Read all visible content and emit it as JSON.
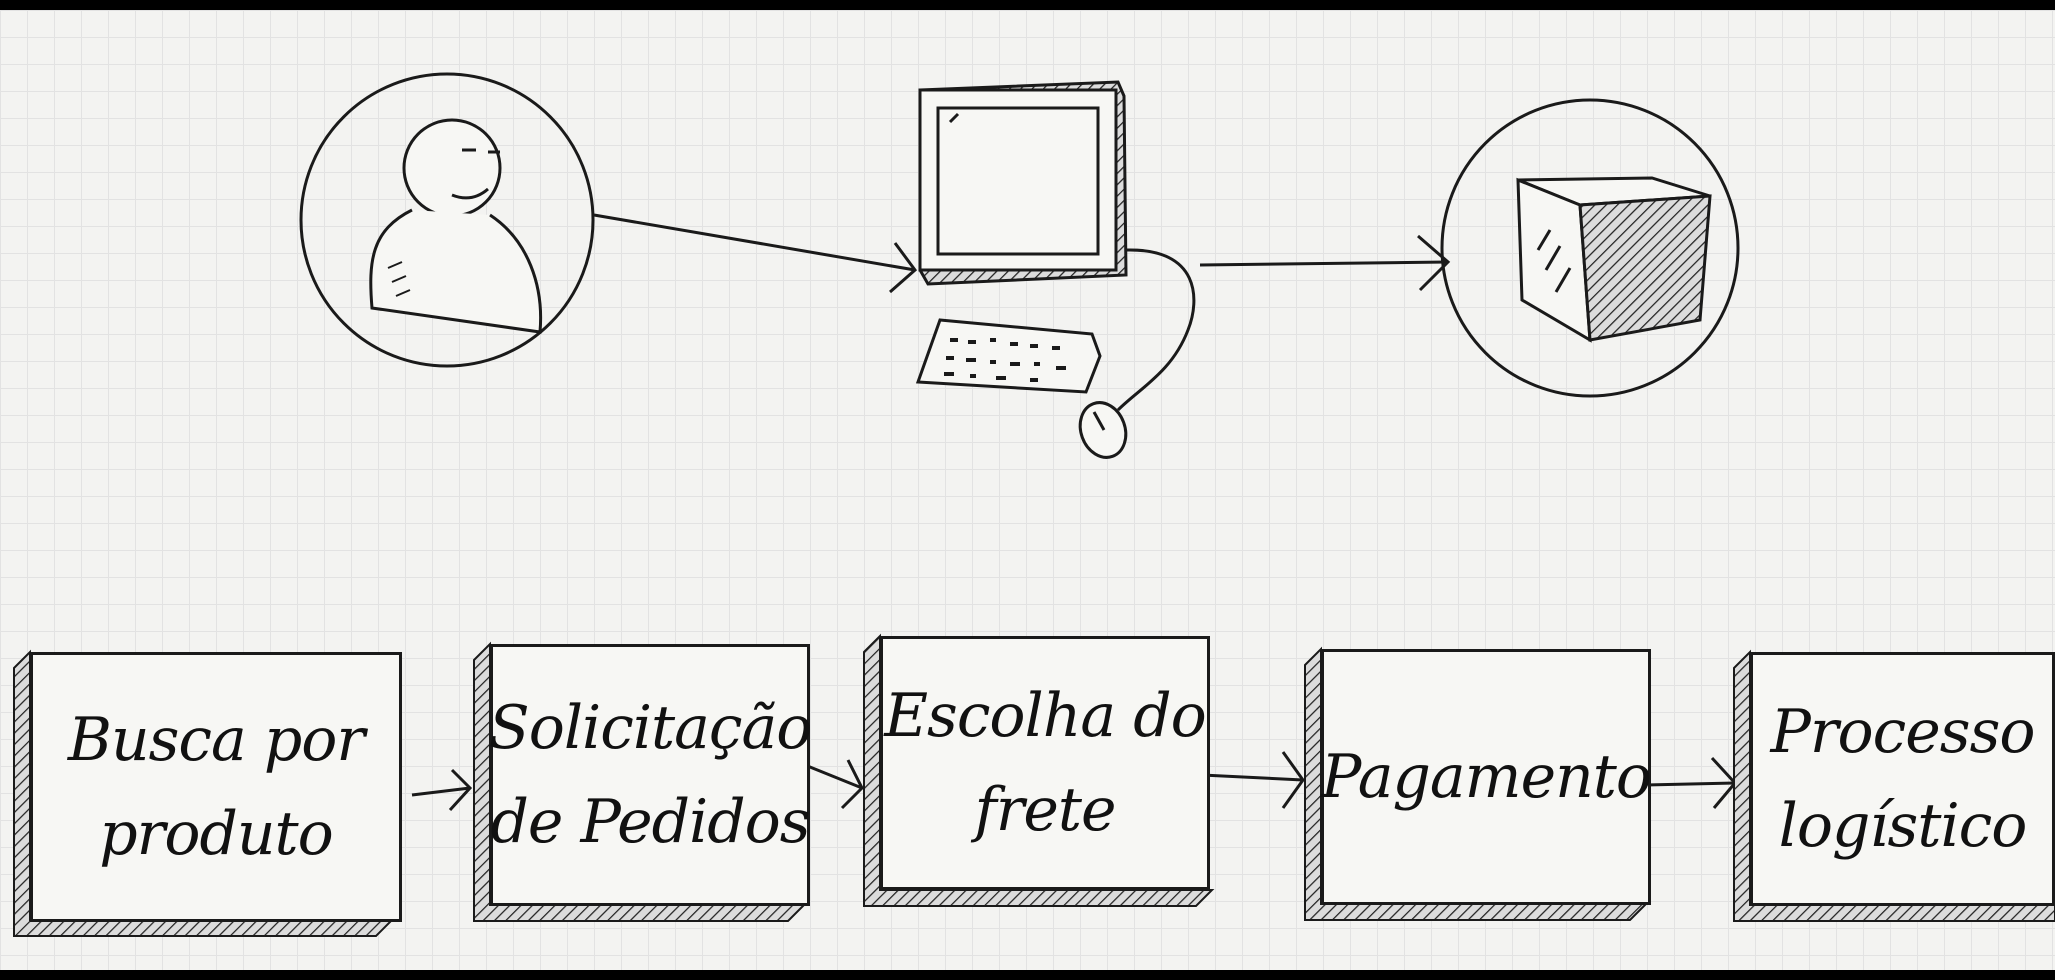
{
  "diagram": {
    "actors": [
      {
        "name": "user",
        "icon": "user-icon"
      },
      {
        "name": "computer",
        "icon": "computer-icon"
      },
      {
        "name": "package",
        "icon": "package-box-icon"
      }
    ],
    "steps": [
      {
        "label": "Busca por\nproduto"
      },
      {
        "label": "Solicitação\nde Pedidos"
      },
      {
        "label": "Escolha do\nfrete"
      },
      {
        "label": "Pagamento"
      },
      {
        "label": "Processo\nlogístico"
      }
    ],
    "colors": {
      "ink": "#1a1a1a",
      "paper": "#f3f3f1",
      "grid": "#e2e2e2",
      "frame": "#000000"
    }
  }
}
